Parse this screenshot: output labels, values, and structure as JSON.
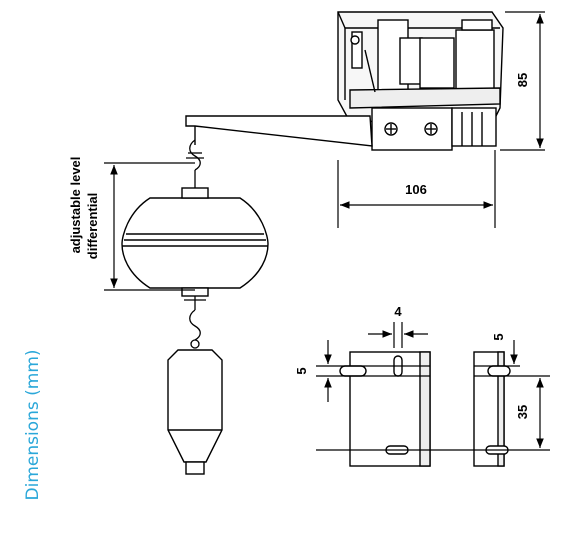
{
  "caption": "Dimensions (mm)",
  "labels": {
    "adjustable_line1": "adjustable level",
    "adjustable_line2": "differential",
    "dim_height": "85",
    "dim_width": "106",
    "dim_slot_width": "4",
    "dim_slot_height_left": "5",
    "dim_slot_height_right": "5",
    "dim_hole_spacing": "35"
  },
  "colors": {
    "caption": "#2aa7d9",
    "line": "#000000",
    "body_fill": "#f4f4f4"
  }
}
